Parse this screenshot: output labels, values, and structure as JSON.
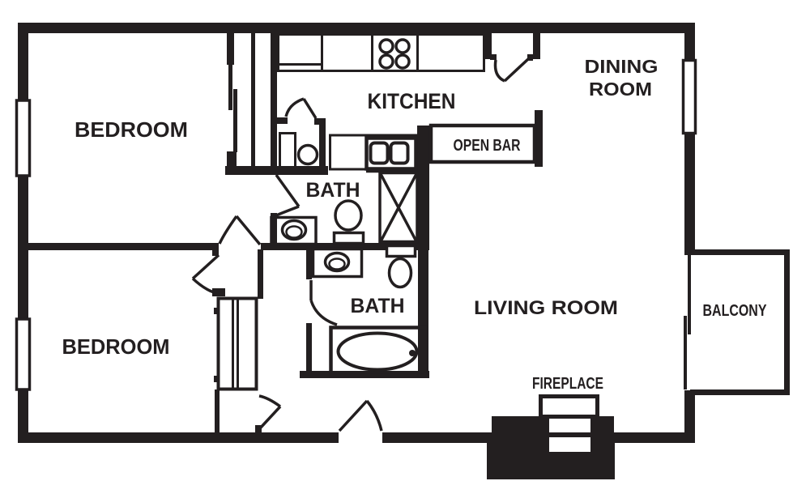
{
  "plan": {
    "labels": {
      "bedroom_top": "BEDROOM",
      "bedroom_bottom": "BEDROOM",
      "kitchen": "KITCHEN",
      "dining_line1": "DINING",
      "dining_line2": "ROOM",
      "open_bar": "OPEN BAR",
      "bath_top": "BATH",
      "bath_bottom": "BATH",
      "living_room": "LIVING ROOM",
      "balcony": "BALCONY",
      "fireplace": "FIREPLACE"
    },
    "colors": {
      "ink": "#231f20",
      "background": "#ffffff"
    }
  }
}
